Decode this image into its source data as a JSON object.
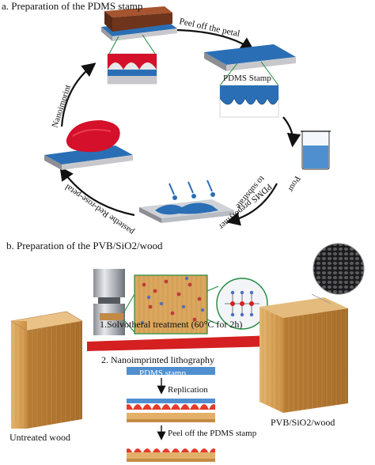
{
  "part_a": {
    "title": "a. Preparation of the PDMS stamp",
    "steps": {
      "peel_petal": "Peel off the petal",
      "pdms_stamp": "PDMS Stamp",
      "pour_line1": "Pour",
      "pour_line2": "PDMS prepolymer",
      "pour_line3": "to substrate",
      "paste_petal": "pastethe Red-rose-petal",
      "nanoimprint": "Nanoimprint"
    }
  },
  "part_b": {
    "title": "b. Preparation of the PVB/SiO2/wood",
    "step1": "1.Solvotheral treatment (60°C for 2h)",
    "step2": "2. Nanoimprinted lithography",
    "pdms_stamp": "PDMS stamp",
    "replication": "Replication",
    "peel_stamp": "Peel off the PDMS stamp",
    "untreated": "Untreated wood",
    "product": "PVB/SiO2/wood"
  },
  "colors": {
    "substrate_blue": "#2a6fb5",
    "substrate_grey": "#c8c8cc",
    "petal_red": "#d4102a",
    "pdms_brown": "#7a3b22",
    "arrow_red": "#d42020",
    "wood": "#d9a55b"
  }
}
